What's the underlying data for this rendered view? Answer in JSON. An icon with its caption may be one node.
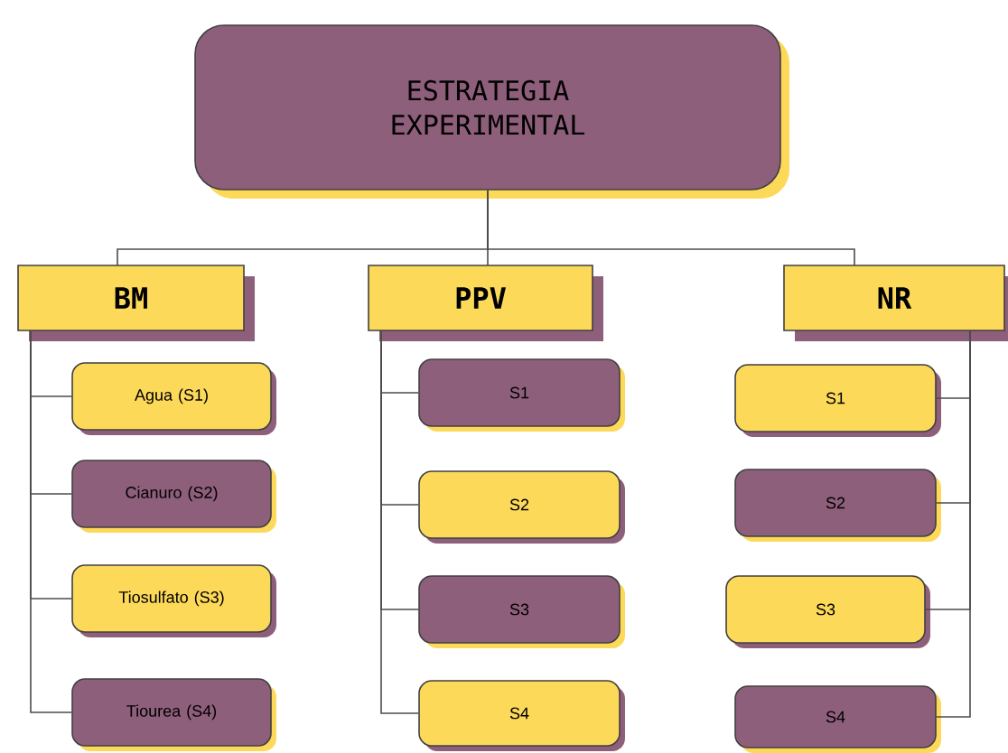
{
  "diagram": {
    "nodes": [
      {
        "text": [
          "ESTRATEGIA EXPERIMENTAL"
        ]
      },
      {
        "text": [
          "BM"
        ]
      },
      {
        "text": [
          "Agua (S1)"
        ]
      },
      {
        "text": [
          "Cianuro (S2)"
        ]
      },
      {
        "text": [
          "Tiosulfato (S3)"
        ]
      },
      {
        "text": [
          "Tiourea (S4)"
        ]
      },
      {
        "text": [
          "PPV"
        ]
      },
      {
        "text": [
          "S1"
        ]
      },
      {
        "text": [
          "S2"
        ]
      },
      {
        "text": [
          "S3"
        ]
      },
      {
        "text": [
          "S4"
        ]
      },
      {
        "text": [
          "NR"
        ]
      },
      {
        "text": [
          "S1"
        ]
      },
      {
        "text": [
          "S2"
        ]
      },
      {
        "text": [
          "S3"
        ]
      },
      {
        "text": [
          "S4"
        ]
      }
    ],
    "edges": [
      {
        "from": 0,
        "to": 1,
        "arrow": "none"
      },
      {
        "from": 0,
        "to": 6,
        "arrow": "none"
      },
      {
        "from": 0,
        "to": 11,
        "arrow": "none"
      },
      {
        "from": 1,
        "to": 2,
        "arrow": "none"
      },
      {
        "from": 1,
        "to": 3,
        "arrow": "none"
      },
      {
        "from": 1,
        "to": 4,
        "arrow": "none"
      },
      {
        "from": 1,
        "to": 5,
        "arrow": "none"
      },
      {
        "from": 6,
        "to": 7,
        "arrow": "none"
      },
      {
        "from": 6,
        "to": 8,
        "arrow": "none"
      },
      {
        "from": 6,
        "to": 9,
        "arrow": "none"
      },
      {
        "from": 6,
        "to": 10,
        "arrow": "none"
      },
      {
        "from": 11,
        "to": 12,
        "arrow": "none"
      },
      {
        "from": 11,
        "to": 13,
        "arrow": "none"
      },
      {
        "from": 11,
        "to": 14,
        "arrow": "none"
      },
      {
        "from": 11,
        "to": 15,
        "arrow": "none"
      }
    ]
  }
}
